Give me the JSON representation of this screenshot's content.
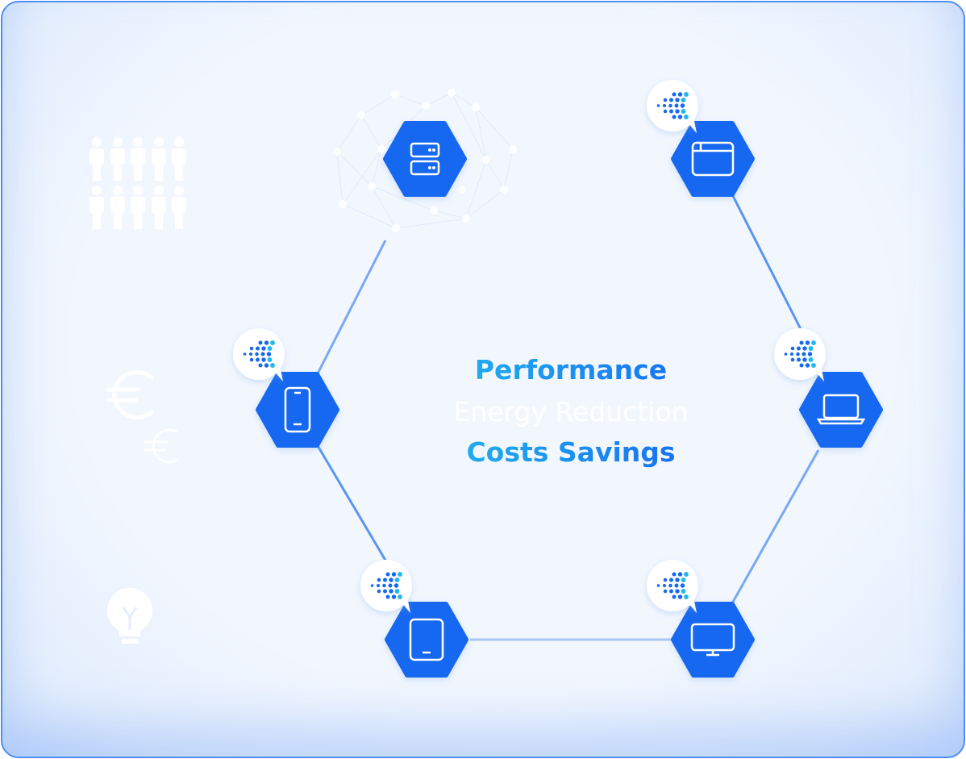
{
  "center_labels": {
    "performance": "Performance",
    "energy_reduction": "Energy Reduction",
    "costs_savings": "Costs Savings"
  },
  "nodes": [
    {
      "id": "server",
      "icon": "server-icon",
      "badge": false
    },
    {
      "id": "browser",
      "icon": "browser-window-icon",
      "badge": true
    },
    {
      "id": "laptop",
      "icon": "laptop-icon",
      "badge": true
    },
    {
      "id": "monitor",
      "icon": "monitor-icon",
      "badge": true
    },
    {
      "id": "tablet",
      "icon": "tablet-icon",
      "badge": true
    },
    {
      "id": "phone",
      "icon": "smartphone-icon",
      "badge": true
    }
  ],
  "decorations": [
    "people-group-icon",
    "euro-icon",
    "lightbulb-icon",
    "network-mesh"
  ],
  "colors": {
    "node": "#1668f0",
    "accent_start": "#22b8ee",
    "accent_end": "#1668f0",
    "border": "#4d8ff5"
  }
}
